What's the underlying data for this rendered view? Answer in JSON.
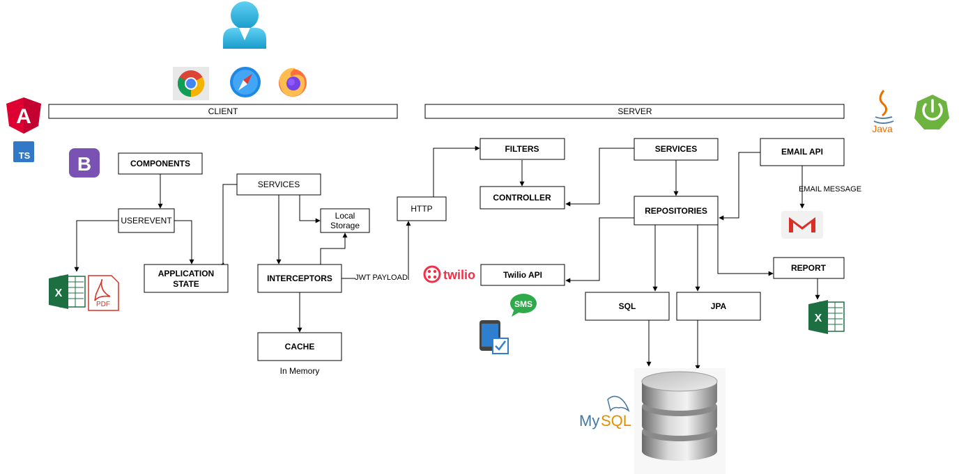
{
  "banners": {
    "client": "CLIENT",
    "server": "SERVER"
  },
  "nodes": {
    "components": "COMPONENTS",
    "userevent": "USEREVENT",
    "application_state_line1": "APPLICATION",
    "application_state_line2": "STATE",
    "client_services": "SERVICES",
    "local_storage_line1": "Local",
    "local_storage_line2": "Storage",
    "interceptors": "INTERCEPTORS",
    "cache": "CACHE",
    "http": "HTTP",
    "filters": "FILTERS",
    "controller": "CONTROLLER",
    "server_services": "SERVICES",
    "repositories": "REPOSITORIES",
    "email_api": "EMAIL API",
    "twilio_api": "Twilio API",
    "report": "REPORT",
    "sql": "SQL",
    "jpa": "JPA"
  },
  "edge_labels": {
    "jwt_payload": "JWT PAYLOAD",
    "email_message": "EMAIL MESSAGE",
    "in_memory": "In Memory"
  },
  "logos": {
    "twilio": "twilio",
    "sms": "SMS",
    "mysql_my": "My",
    "mysql_sql": "SQL",
    "java": "Java",
    "typescript": "TS",
    "angular": "A",
    "bootstrap": "B",
    "pdf": "PDF",
    "excel": "X"
  },
  "icons": {
    "user": "user-icon",
    "chrome": "chrome-icon",
    "safari": "safari-icon",
    "firefox": "firefox-icon",
    "angular": "angular-logo",
    "typescript": "typescript-logo",
    "bootstrap": "bootstrap-logo",
    "excel": "excel-icon",
    "pdf": "pdf-icon",
    "java": "java-logo",
    "spring": "spring-logo",
    "gmail": "gmail-icon",
    "twilio": "twilio-logo",
    "sms": "sms-icon",
    "mobile": "mobile-check-icon",
    "mysql": "mysql-logo",
    "database": "database-icon"
  },
  "colors": {
    "angular_red": "#DD0031",
    "typescript_blue": "#3178C6",
    "bootstrap_purple": "#7952B3",
    "excel_green": "#1D6F42",
    "pdf_red": "#D93025",
    "twilio_red": "#F22F46",
    "spring_green": "#6DB33F",
    "user_blue": "#2AB0E0",
    "mysql_blue": "#4479A1",
    "mysql_orange": "#E48E00",
    "sms_green": "#2EAA4A"
  }
}
